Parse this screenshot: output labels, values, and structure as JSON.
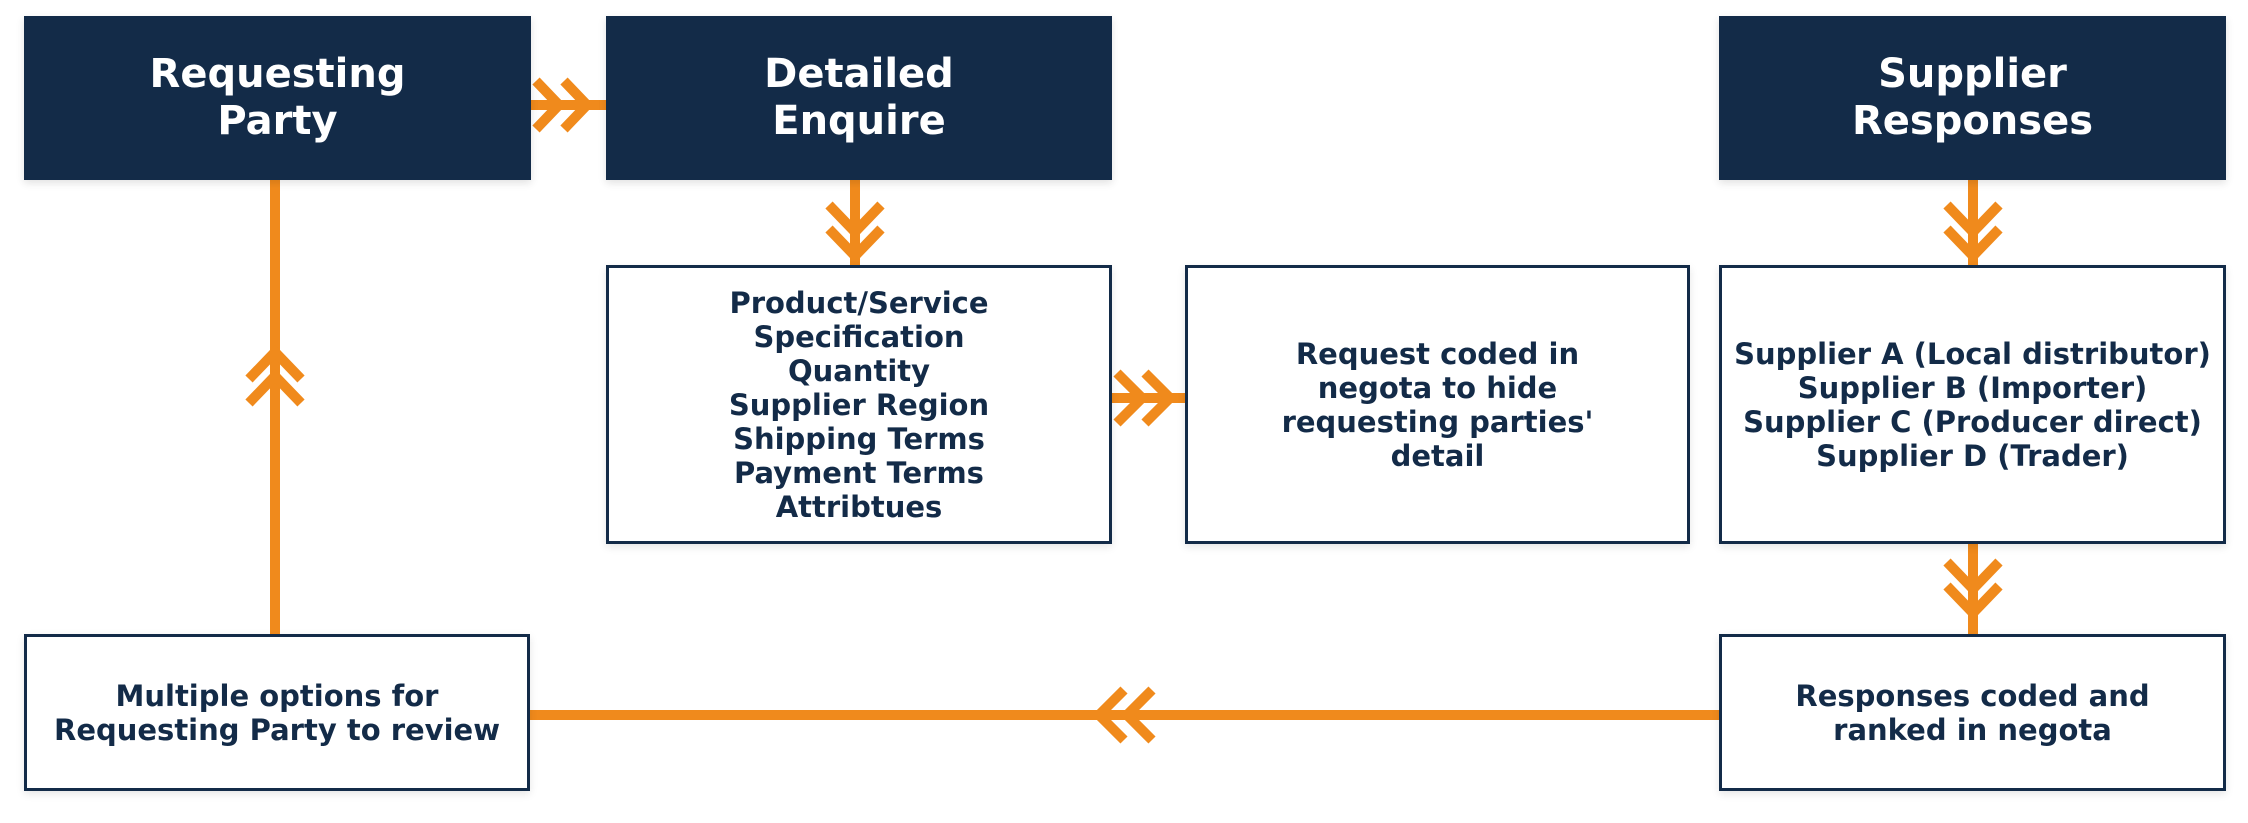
{
  "colors": {
    "navy": "#132b48",
    "orange": "#f08a1c",
    "white": "#ffffff"
  },
  "nodes": {
    "requesting_party": {
      "lines": [
        "Requesting",
        "Party"
      ]
    },
    "detailed_enquire": {
      "lines": [
        "Detailed",
        "Enquire"
      ]
    },
    "supplier_responses": {
      "lines": [
        "Supplier",
        "Responses"
      ]
    },
    "enquiry_details": {
      "lines": [
        "Product/Service",
        "Specification",
        "Quantity",
        "Supplier Region",
        "Shipping Terms",
        "Payment Terms",
        "Attribtues"
      ]
    },
    "request_coded": {
      "lines": [
        "Request coded in",
        "negota to hide",
        "requesting parties'",
        "detail"
      ]
    },
    "supplier_list": {
      "lines": [
        "Supplier A (Local distributor)",
        "Supplier B (Importer)",
        "Supplier C (Producer direct)",
        "Supplier D (Trader)"
      ]
    },
    "responses_coded": {
      "lines": [
        "Responses coded and",
        "ranked in negota"
      ]
    },
    "multiple_options": {
      "lines": [
        "Multiple options for",
        "Requesting Party to review"
      ]
    }
  },
  "connectors": [
    {
      "from": "Requesting Party",
      "to": "Detailed Enquire"
    },
    {
      "from": "Detailed Enquire",
      "to": "Product/Service details"
    },
    {
      "from": "Product/Service details",
      "to": "Request coded in negota"
    },
    {
      "from": "Supplier Responses",
      "to": "Supplier list"
    },
    {
      "from": "Supplier list",
      "to": "Responses coded and ranked"
    },
    {
      "from": "Responses coded and ranked",
      "to": "Multiple options"
    },
    {
      "from": "Multiple options",
      "to": "Requesting Party"
    }
  ]
}
